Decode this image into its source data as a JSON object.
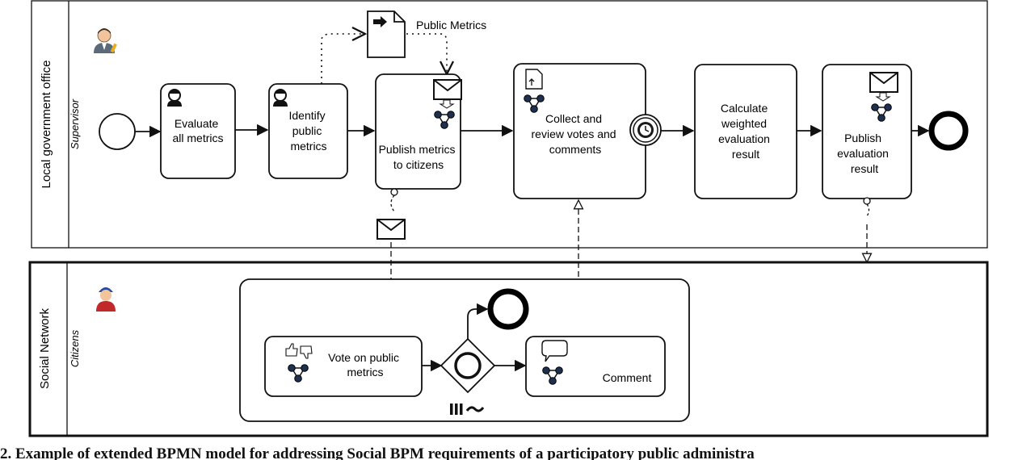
{
  "pools": [
    {
      "name": "Local government office",
      "lane": "Supervisor"
    },
    {
      "name": "Social Network",
      "lane": "Citizens"
    }
  ],
  "data_object": "Public Metrics",
  "tasks": {
    "evaluate": [
      "Evaluate",
      "all metrics"
    ],
    "identify": [
      "Identify",
      "public",
      "metrics"
    ],
    "publish_metrics": [
      "Publish metrics",
      "to citizens"
    ],
    "collect": [
      "Collect and",
      "review votes and",
      "comments"
    ],
    "calculate": [
      "Calculate",
      "weighted",
      "evaluation",
      "result"
    ],
    "publish_result": [
      "Publish",
      "evaluation",
      "result"
    ],
    "vote": [
      "Vote on public",
      "metrics"
    ],
    "comment": [
      "Comment"
    ]
  },
  "subprocess_marker": "III ~",
  "caption": "2. Example of extended BPMN model for addressing Social BPM requirements of a participatory public administra",
  "colors": {
    "stroke": "#111111",
    "node": "#1f2f4f",
    "message_gray": "#7a7a7a"
  },
  "icons": [
    "user-icon",
    "document-icon",
    "envelope-icon",
    "social-network-icon",
    "timer-icon",
    "thumbs-icon",
    "speech-bubble-icon",
    "person-avatar-icon",
    "citizen-avatar-icon"
  ]
}
